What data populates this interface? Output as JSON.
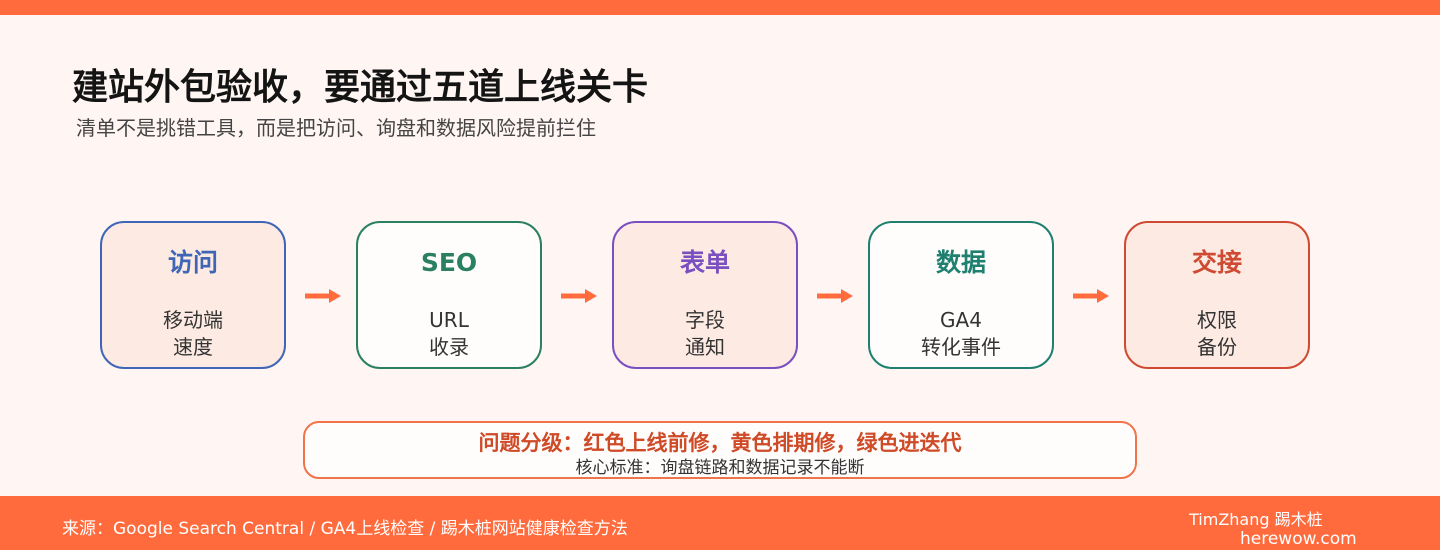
{
  "header": {
    "title": "建站外包验收，要通过五道上线关卡",
    "subtitle": "清单不是挑错工具，而是把访问、询盘和数据风险提前拦住"
  },
  "stages": [
    {
      "title": "访问",
      "lines": [
        "移动端",
        "速度"
      ],
      "color": "#3f66b6"
    },
    {
      "title": "SEO",
      "lines": [
        "URL",
        "收录"
      ],
      "color": "#2a8060"
    },
    {
      "title": "表单",
      "lines": [
        "字段",
        "通知"
      ],
      "color": "#7a4fc0"
    },
    {
      "title": "数据",
      "lines": [
        "GA4",
        "转化事件"
      ],
      "color": "#1f8070"
    },
    {
      "title": "交接",
      "lines": [
        "权限",
        "备份"
      ],
      "color": "#cf4a33"
    }
  ],
  "issue": {
    "title": "问题分级：红色上线前修，黄色排期修，绿色进迭代",
    "subtitle": "核心标准：询盘链路和数据记录不能断"
  },
  "footer": {
    "source": "来源：Google Search Central / GA4上线检查 / 踢木桩网站健康检查方法",
    "brand": "TimZhang 踢木桩",
    "url": "herewow.com"
  },
  "colors": {
    "accent": "#ff6b3d",
    "background": "#fff6f3",
    "arrow": "#ff6b3d"
  },
  "icons": {
    "arrow": "arrow-right-icon"
  }
}
